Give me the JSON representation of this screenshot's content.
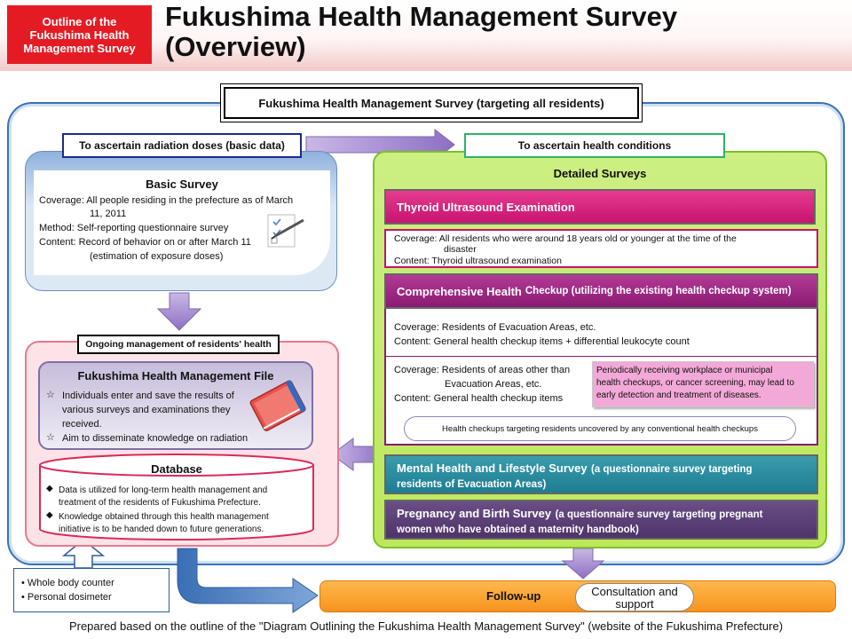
{
  "header": {
    "tag_line1": "Outline of the",
    "tag_line2": "Fukushima Health",
    "tag_line3": "Management Survey",
    "title_line1": "Fukushima Health Management Survey",
    "title_line2": "(Overview)"
  },
  "top_title": "Fukushima Health Management Survey (targeting all residents)",
  "basic": {
    "section_label": "To ascertain radiation doses (basic data)",
    "heading": "Basic Survey",
    "coverage_line1": "Coverage: All people residing in the prefecture as of March",
    "coverage_line2": "11, 2011",
    "method": "Method: Self-reporting questionnaire survey",
    "content_line1": "Content: Record of behavior on or after March 11",
    "content_line2": "(estimation of exposure doses)"
  },
  "detailed": {
    "section_label": "To ascertain health conditions",
    "heading": "Detailed Surveys",
    "thyroid": {
      "title": "Thyroid Ultrasound Examination",
      "coverage_line1": "Coverage: All residents who were around 18 years old or younger at the time of the",
      "coverage_line2": "disaster",
      "content": "Content: Thyroid ultrasound examination"
    },
    "comprehensive": {
      "title_bold": "Comprehensive Health",
      "title_rest": "Checkup (utilizing the existing health checkup system)",
      "evac_coverage": "Coverage: Residents of Evacuation Areas, etc.",
      "evac_content": "Content: General health checkup items + differential leukocyte count",
      "other_coverage_line1": "Coverage: Residents of areas other than",
      "other_coverage_line2": "Evacuation Areas, etc.",
      "other_content": "Content: General health checkup items",
      "note_line1": "Periodically receiving workplace or municipal",
      "note_line2": "health checkups, or cancer screening, may lead to",
      "note_line3": "early detection and treatment of diseases.",
      "uncovered": "Health checkups targeting residents uncovered by any conventional health checkups"
    },
    "mental": {
      "title_bold": "Mental Health and Lifestyle Survey",
      "title_rest": "(a questionnaire survey targeting",
      "title_line2": "residents of Evacuation Areas)"
    },
    "pregnancy": {
      "title_bold": "Pregnancy and Birth Survey",
      "title_rest": "(a questionnaire survey targeting pregnant",
      "title_line2": "women who have obtained a maternity handbook)"
    }
  },
  "ongoing": {
    "section_label": "Ongoing management of residents' health",
    "file_heading": "Fukushima Health Management File",
    "file_item1_line1": "Individuals enter and save the results of",
    "file_item1_line2": "various surveys and examinations they",
    "file_item1_line3": "received.",
    "file_item2": "Aim to disseminate knowledge on radiation",
    "star": "☆",
    "db_heading": "Database",
    "db_item1_line1": "Data is utilized for long-term health management and",
    "db_item1_line2": "treatment of the residents of Fukushima Prefecture.",
    "db_item2_line1": "Knowledge obtained through this health management",
    "db_item2_line2": "initiative is to be handed down to future generations.",
    "diamond": "◆"
  },
  "devices": {
    "item1": "Whole body counter",
    "item2": "Personal dosimeter",
    "bullet": "•"
  },
  "followup": {
    "label": "Follow-up",
    "consult_line1": "Consultation and",
    "consult_line2": "support"
  },
  "footer": "Prepared based on the outline of the \"Diagram Outlining the Fukushima Health Management Survey\" (website of the Fukushima Prefecture)"
}
